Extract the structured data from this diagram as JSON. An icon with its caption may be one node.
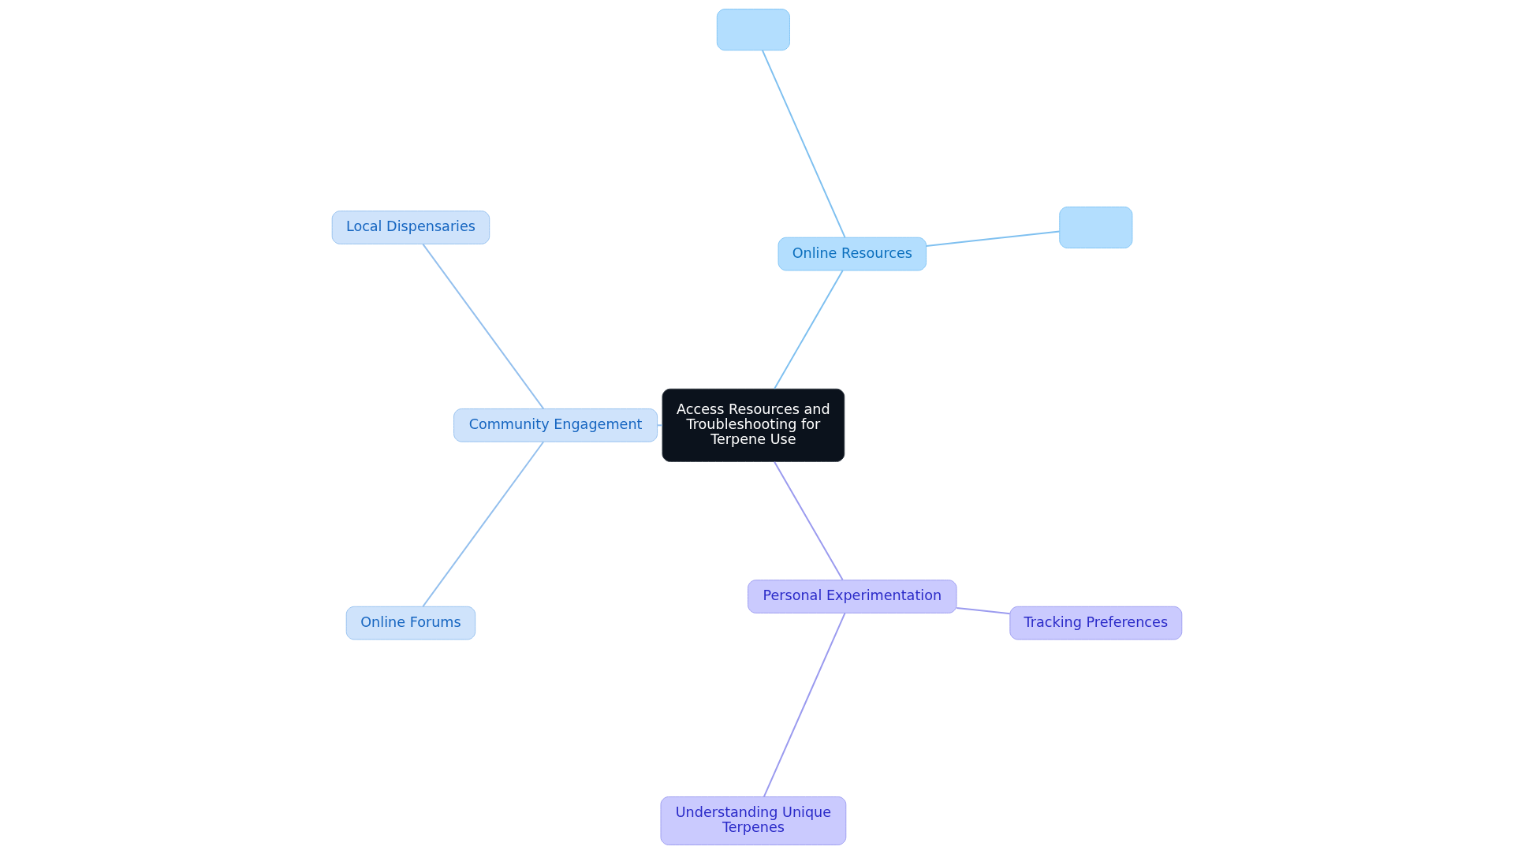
{
  "diagram": {
    "nodes": [
      {
        "text": [
          "Access Resources and Troubleshooting for Terpene Use"
        ]
      },
      {
        "text": [
          "Online Resources"
        ]
      },
      {
        "text": [],
        "shape": "box"
      },
      {
        "text": [],
        "shape": "box"
      },
      {
        "text": [
          "Community Engagement"
        ]
      },
      {
        "text": [
          "Local Dispensaries"
        ]
      },
      {
        "text": [
          "Online Forums"
        ]
      },
      {
        "text": [
          "Personal Experimentation"
        ]
      },
      {
        "text": [
          "Understanding Unique Terpenes"
        ]
      },
      {
        "text": [
          "Tracking Preferences"
        ]
      }
    ],
    "edges": [
      {
        "from": 0,
        "to": 1,
        "arrow": "none",
        "color": "#7fc0f0"
      },
      {
        "from": 1,
        "to": 2,
        "arrow": "none",
        "color": "#7fc0f0"
      },
      {
        "from": 1,
        "to": 3,
        "arrow": "none",
        "color": "#7fc0f0"
      },
      {
        "from": 0,
        "to": 4,
        "arrow": "none",
        "color": "#94c0ee"
      },
      {
        "from": 4,
        "to": 5,
        "arrow": "none",
        "color": "#94c0ee"
      },
      {
        "from": 4,
        "to": 6,
        "arrow": "none",
        "color": "#94c0ee"
      },
      {
        "from": 0,
        "to": 7,
        "arrow": "none",
        "color": "#9b9bef"
      },
      {
        "from": 7,
        "to": 8,
        "arrow": "none",
        "color": "#9b9bef"
      },
      {
        "from": 7,
        "to": 9,
        "arrow": "none",
        "color": "#9b9bef"
      }
    ]
  }
}
